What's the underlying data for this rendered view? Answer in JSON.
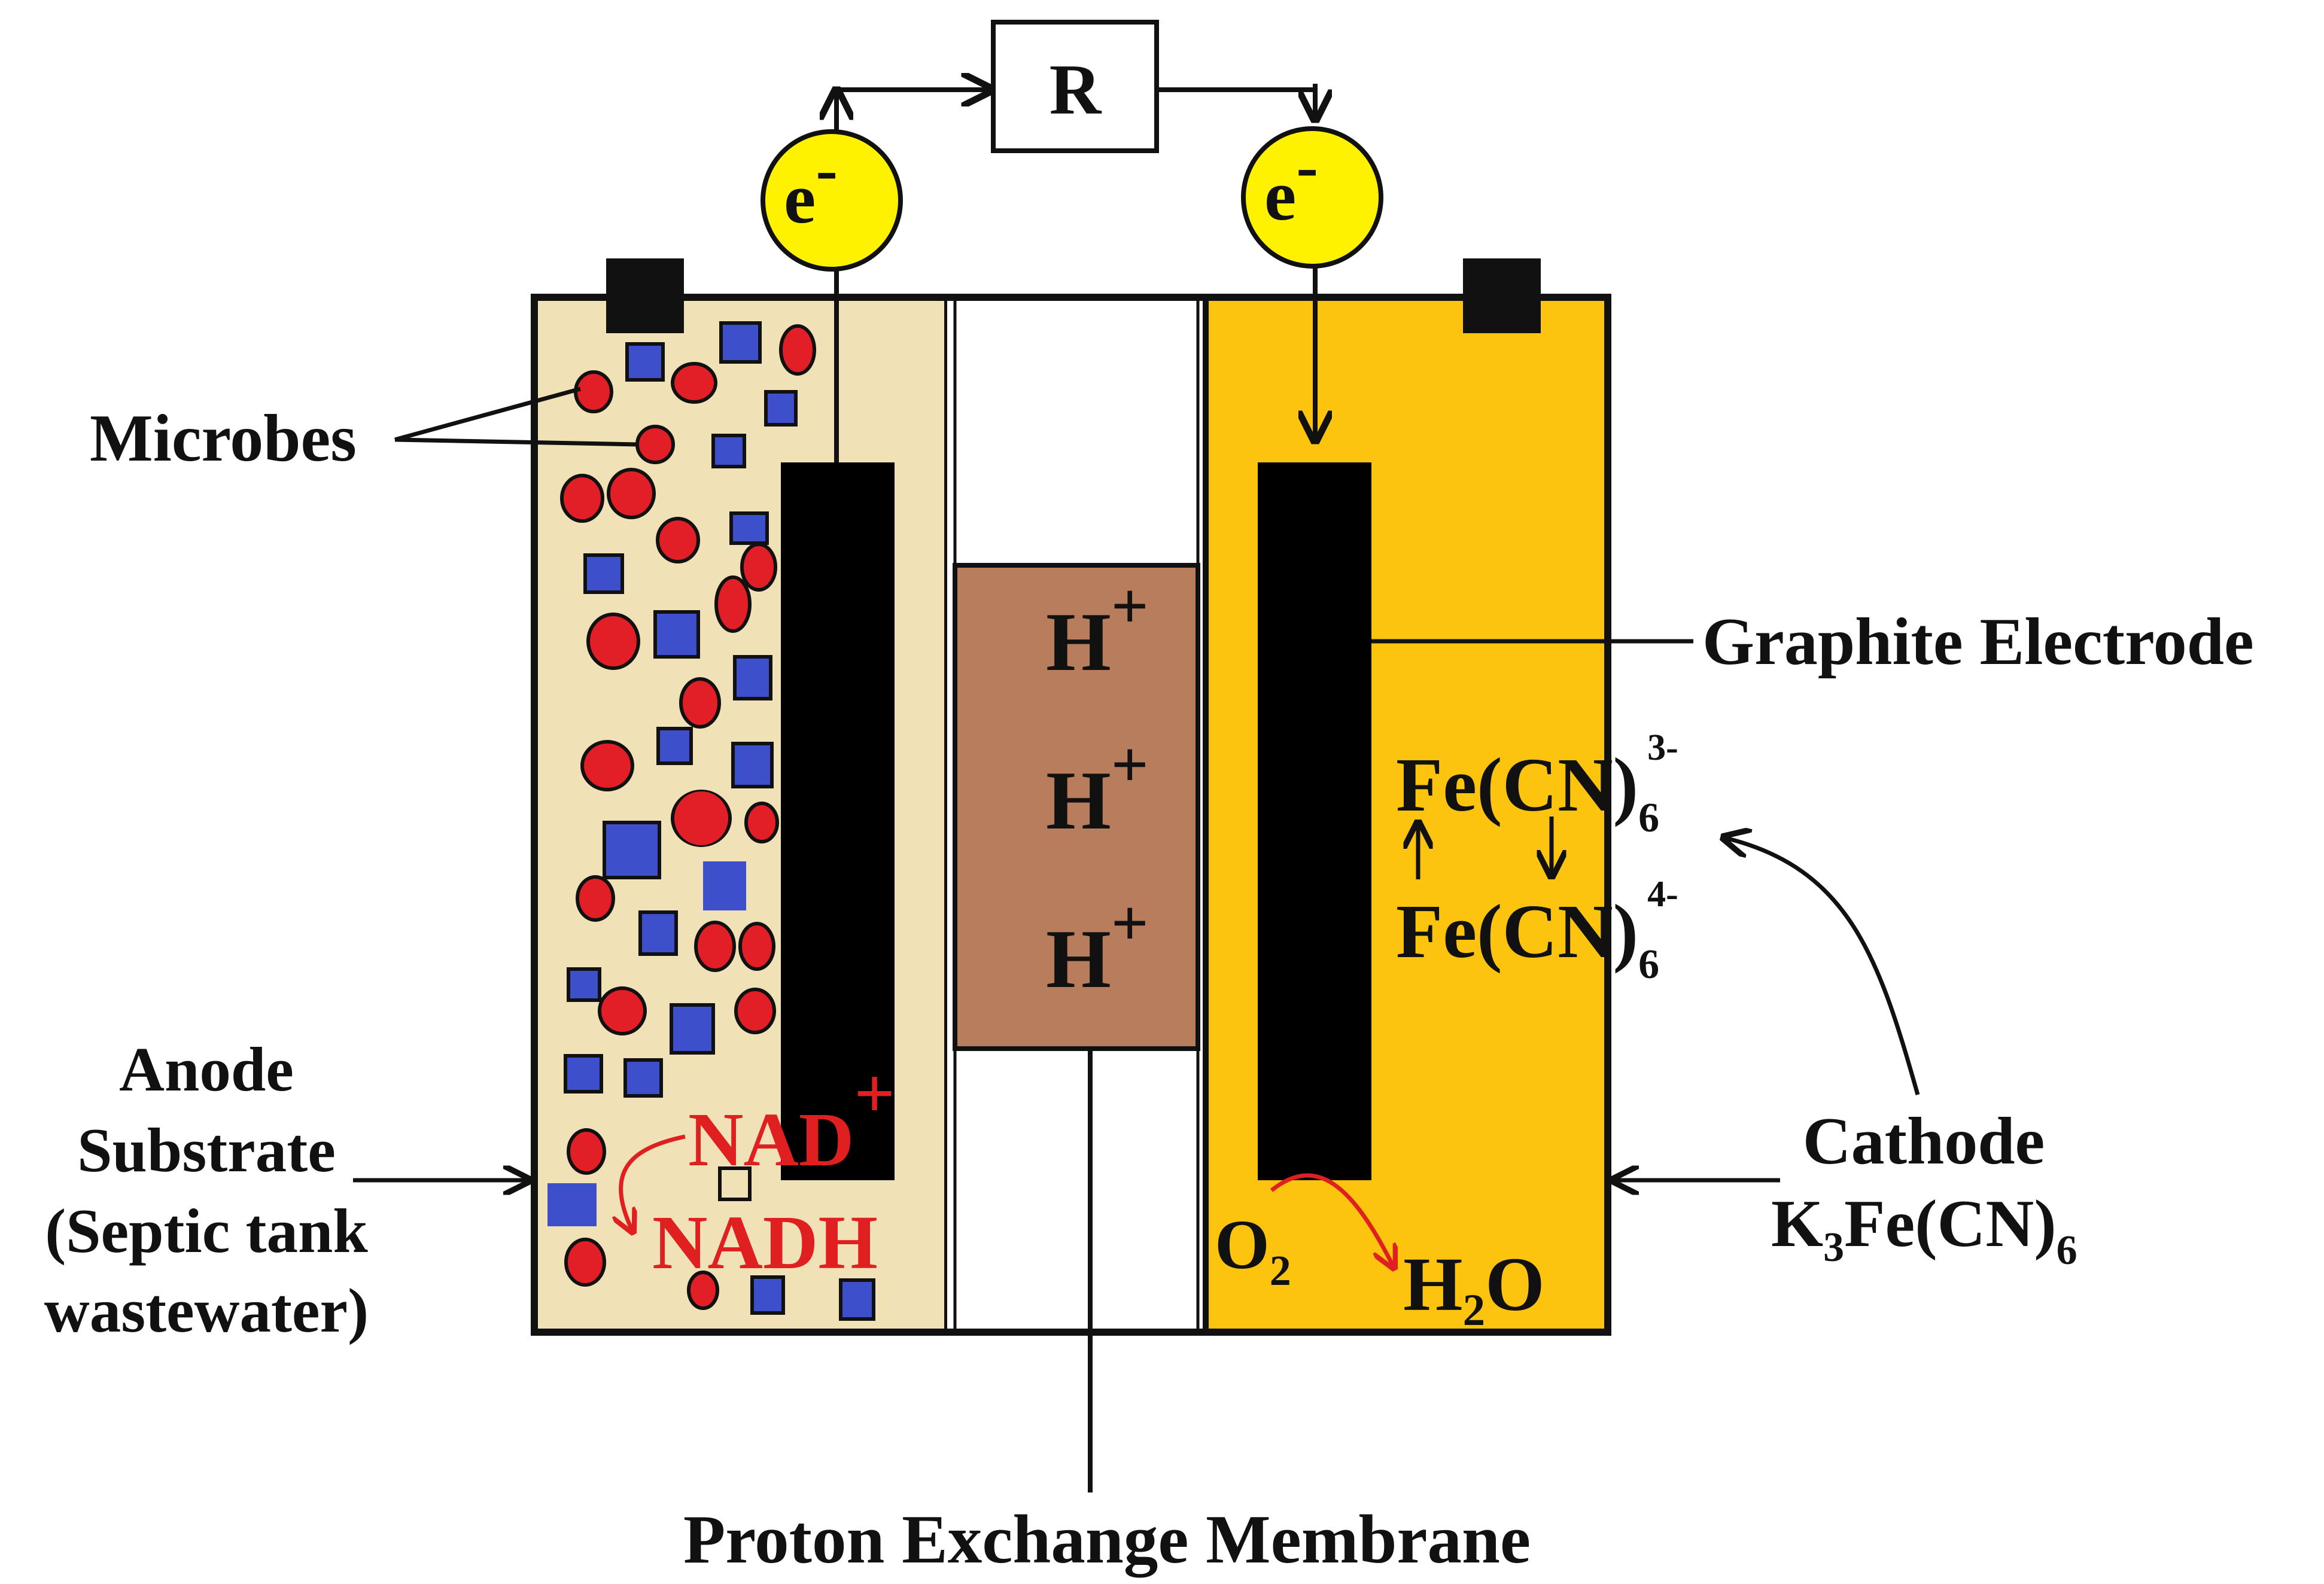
{
  "labels": {
    "resistor": "R",
    "electron_left": "e",
    "electron_right": "e",
    "electron_charge": "-",
    "microbes": "Microbes",
    "graphite_electrode": "Graphite Electrode",
    "anode_substrate_lines": [
      "Anode",
      "Substrate",
      "(Septic tank",
      "wastewater)"
    ],
    "cathode_lines": [
      "Cathode"
    ],
    "cathode_formula": {
      "k": "K",
      "k_sub": "3",
      "fe": "Fe(CN)",
      "fe_sub": "6"
    },
    "membrane": "Proton Exchange Membrane",
    "proton": "H",
    "proton_charge": "+",
    "nad": "NAD",
    "nad_charge": "+",
    "nadh": "NADH",
    "ferricyanide": {
      "text": "Fe(CN)",
      "sub": "6",
      "sup": "3-"
    },
    "ferrocyanide": {
      "text": "Fe(CN)",
      "sub": "6",
      "sup": "4-"
    },
    "oxygen": {
      "text": "O",
      "sub": "2"
    },
    "water": {
      "h": "H",
      "sub": "2",
      "o": "O"
    }
  },
  "colors": {
    "anode_fill": "#F1E1B6",
    "cathode_fill": "#FCC40F",
    "membrane_fill": "#B87D5C",
    "electron_fill": "#FFF200",
    "microbe_fill": "#E21E26",
    "substrate_fill": "#3E4FCB",
    "reaction_red": "#E02020",
    "ink": "#111111"
  }
}
